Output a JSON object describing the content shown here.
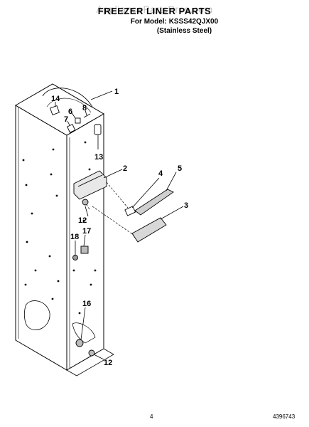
{
  "watermark": "AppliancePartsPros.com",
  "title": "FREEZER LINER PARTS",
  "model_line": "For Model: KSSS42QJX00",
  "finish_line": "(Stainless Steel)",
  "callouts": [
    "1",
    "2",
    "3",
    "4",
    "5",
    "6",
    "7",
    "8",
    "12",
    "12",
    "13",
    "14",
    "16",
    "17",
    "18"
  ],
  "page_number": "4",
  "document_number": "4396743"
}
